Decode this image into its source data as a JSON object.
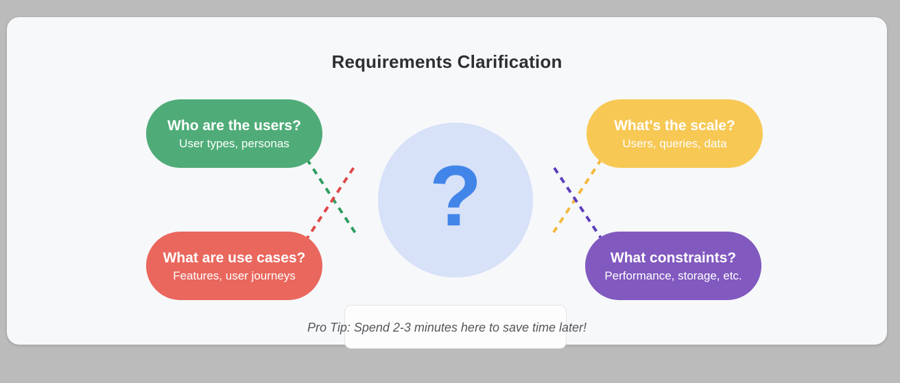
{
  "title": "Requirements Clarification",
  "center": {
    "symbol": "?",
    "circle_color": "#d7e1f8",
    "symbol_color": "#4285e9"
  },
  "bubbles": [
    {
      "id": "users",
      "heading": "Who are the users?",
      "subtitle": "User types, personas",
      "color": "#4fac78"
    },
    {
      "id": "use-cases",
      "heading": "What are use cases?",
      "subtitle": "Features, user journeys",
      "color": "#e9675d"
    },
    {
      "id": "scale",
      "heading": "What's the scale?",
      "subtitle": "Users, queries, data",
      "color": "#f7c854"
    },
    {
      "id": "constraints",
      "heading": "What constraints?",
      "subtitle": "Performance, storage, etc.",
      "color": "#8159bf"
    }
  ],
  "connectors": [
    {
      "from": "users",
      "color": "#2e9d5f"
    },
    {
      "from": "use-cases",
      "color": "#e04848"
    },
    {
      "from": "scale",
      "color": "#f2b93c"
    },
    {
      "from": "constraints",
      "color": "#5c3ebc"
    }
  ],
  "tip": {
    "text": "Pro Tip: Spend 2-3 minutes here to save time later!"
  }
}
